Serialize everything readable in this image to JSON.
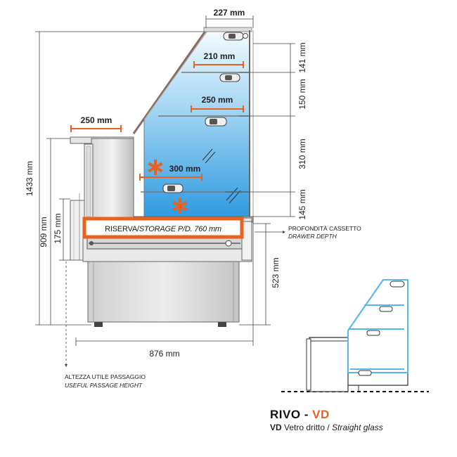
{
  "dimensions": {
    "top_width": "227 mm",
    "shelf_top": "210 mm",
    "shelf_mid": "250 mm",
    "counter_top": "250 mm",
    "shelf_low": "300 mm",
    "total_height": "1433 mm",
    "counter_height": "909 mm",
    "storage_height": "175 mm",
    "base_height": "523 mm",
    "total_depth": "876 mm",
    "gap_141": "141 mm",
    "gap_150": "150 mm",
    "gap_310": "310 mm",
    "gap_145": "145 mm"
  },
  "storage_label": {
    "prefix": "RISERVA/",
    "text": "STORAGE P/D. 760 mm"
  },
  "drawer_depth": {
    "it": "PROFONDITÀ CASSETTO",
    "en": "DRAWER DEPTH"
  },
  "passage_height": {
    "it": "ALTEZZA UTILE PASSAGGIO",
    "en": "USEFUL PASSAGE HEIGHT"
  },
  "model": {
    "name": "RIVO",
    "sep": " - ",
    "code": "VD",
    "code_bold": "VD",
    "desc_it": " Vetro dritto / ",
    "desc_en": "Straight glass"
  },
  "colors": {
    "accent": "#e8611f",
    "glass_top": "#ffffff",
    "glass_bottom": "#3aa6e6",
    "outline": "#555555",
    "thumbnail_glass": "#5bb8e8"
  }
}
